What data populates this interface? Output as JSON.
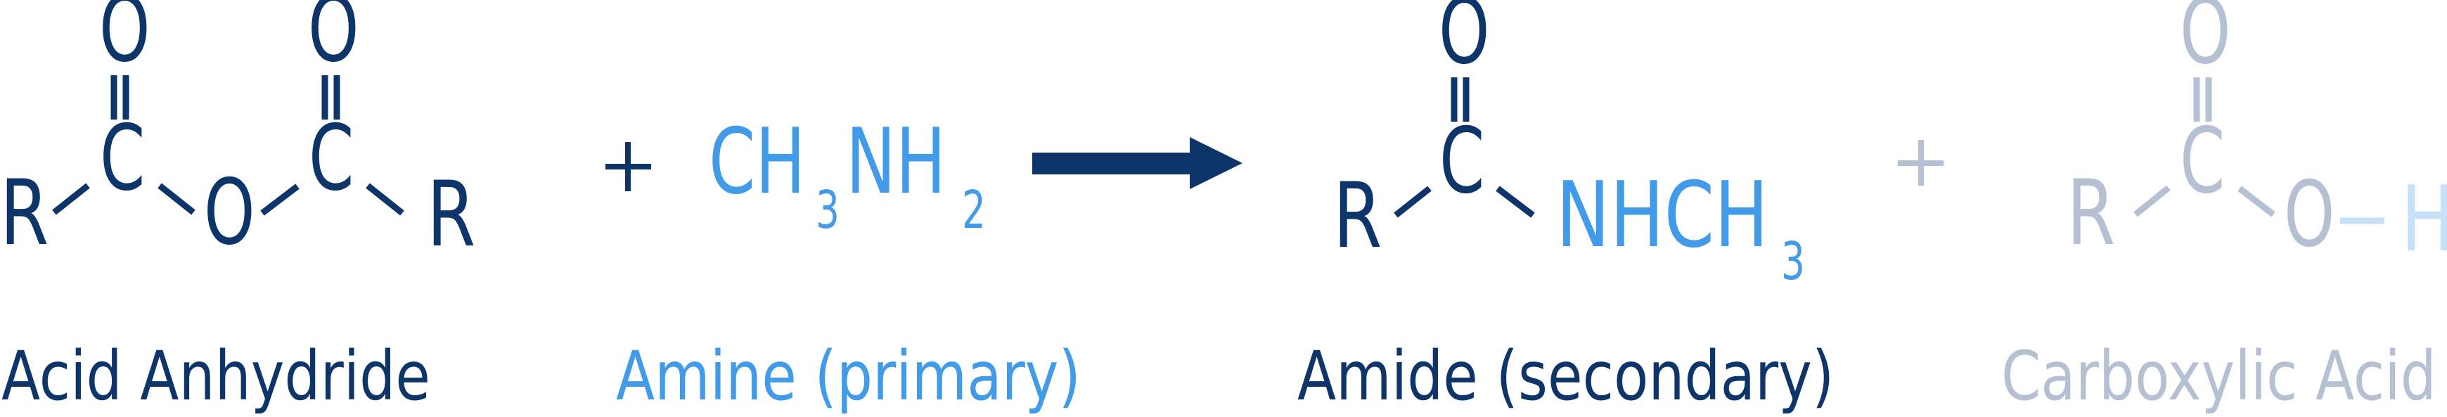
{
  "colors": {
    "primary": "#0E3569",
    "accent": "#429BE8",
    "faded": "#B5C1D3",
    "faded_accent": "#C5E0F7"
  },
  "reaction": {
    "reactant1": {
      "name": "Acid Anhydride",
      "atoms": {
        "r_left": "R",
        "o_top_1": "O",
        "c_1": "C",
        "o_bridge": "O",
        "o_top_2": "O",
        "c_2": "C",
        "r_right": "R"
      }
    },
    "plus_1": "+",
    "reactant2": {
      "name": "Amine (primary)",
      "formula_parts": [
        "CH",
        "3",
        "NH",
        "2"
      ]
    },
    "arrow": "reaction-arrow",
    "product1": {
      "name": "Amide (secondary)",
      "atoms": {
        "r": "R",
        "o_top": "O",
        "c": "C",
        "group": "NHCH",
        "group_sub": "3"
      }
    },
    "plus_2": "+",
    "product2": {
      "name": "Carboxylic Acid",
      "atoms": {
        "r": "R",
        "o_top": "O",
        "c": "C",
        "o": "O",
        "h": "H"
      }
    }
  }
}
